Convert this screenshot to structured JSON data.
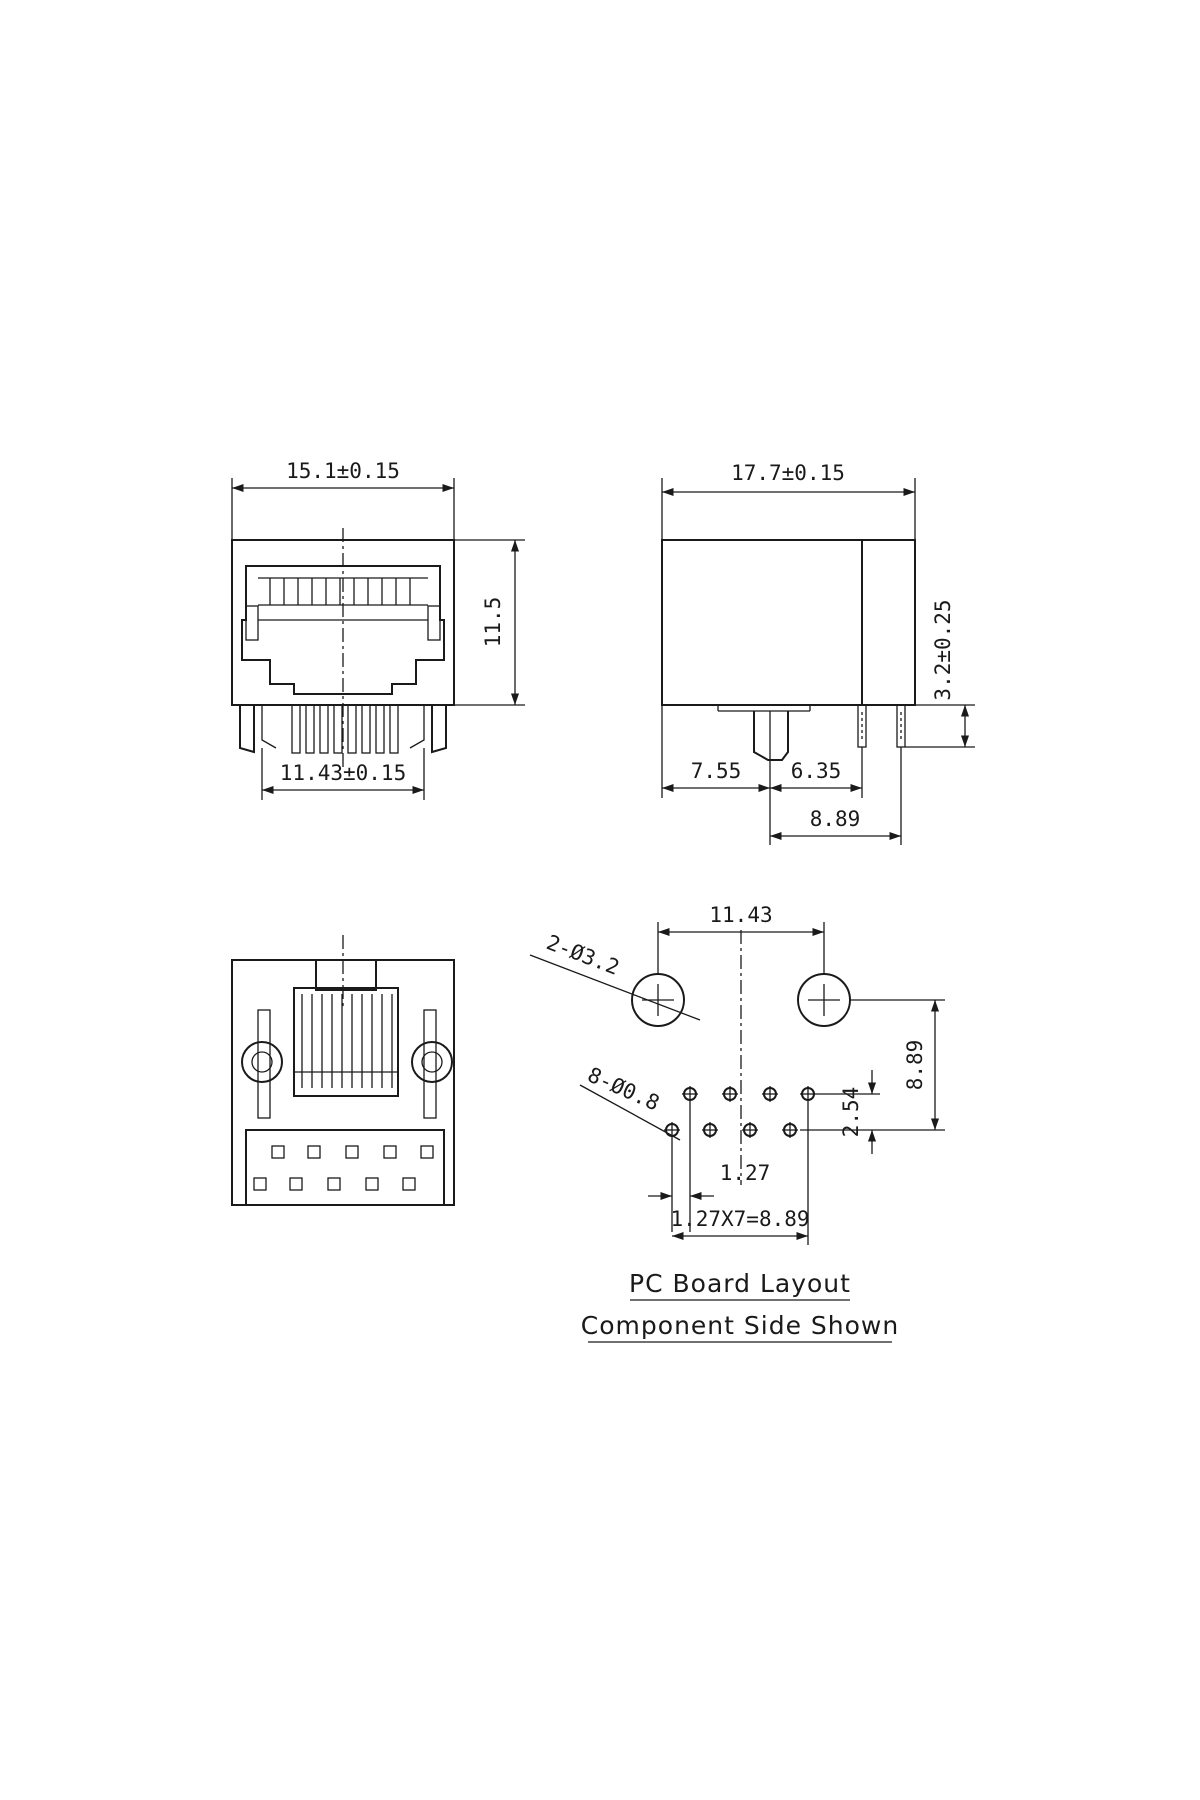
{
  "front_view": {
    "width_label": "15.1±0.15",
    "height_label": "11.5",
    "pin_span_label": "11.43±0.15"
  },
  "side_view": {
    "depth_label": "17.7±0.15",
    "pin_length_label": "3.2±0.25",
    "post_offset_label": "7.55",
    "pin_row_offset_label": "6.35",
    "pin_row_span_label": "8.89"
  },
  "pcb_layout": {
    "post_spacing_label": "11.43",
    "post_hole_label": "2-Ø3.2",
    "pin_hole_label": "8-Ø0.8",
    "post_to_pins_label": "8.89",
    "row_spacing_label": "2.54",
    "pin_pitch_label": "1.27",
    "pin_span_label": "1.27X7=8.89",
    "title": "PC Board Layout",
    "subtitle": "Component Side Shown"
  }
}
